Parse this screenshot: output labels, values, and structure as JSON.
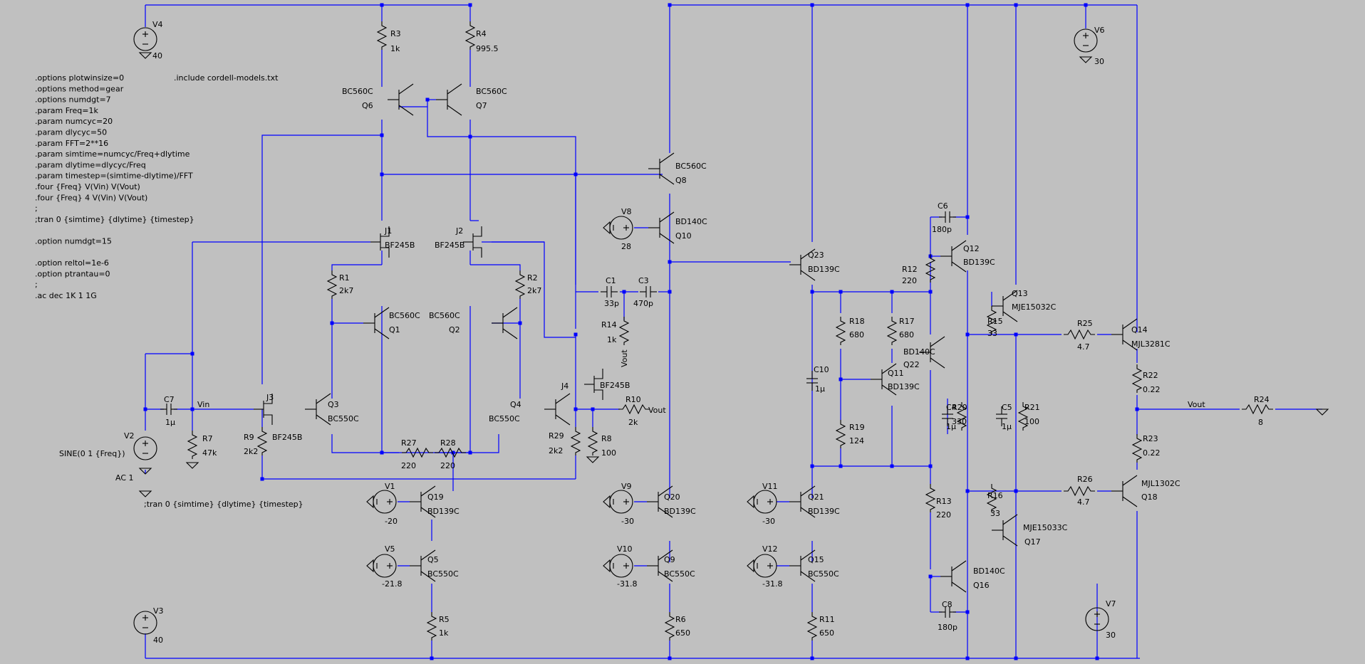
{
  "directives": [
    ".options plotwinsize=0",
    ".options method=gear",
    ".options numdgt=7",
    ".param Freq=1k",
    ".param numcyc=20",
    ".param dlycyc=50",
    ".param FFT=2**16",
    ".param simtime=numcyc/Freq+dlytime",
    ".param dlytime=dlycyc/Freq",
    ".param timestep=(simtime-dlytime)/FFT",
    ".four {Freq} V(Vin) V(Vout)",
    ".four {Freq} 4 V(Vin) V(Vout)",
    ";",
    ";tran 0 {simtime} {dlytime} {timestep}",
    "",
    ".option numdgt=15",
    "",
    ".option reltol=1e-6",
    ".option ptrantau=0",
    ";",
    ".ac dec 1K 1 1G"
  ],
  "include_directive": ".include cordell-models.txt",
  "tran_comment": ";tran 0 {simtime} {dlytime} {timestep}",
  "sources": {
    "V1": {
      "name": "V1",
      "value": "-20"
    },
    "V2": {
      "name": "V2",
      "value": "SINE(0 1 {Freq})",
      "ac": "AC 1"
    },
    "V3": {
      "name": "V3",
      "value": "40"
    },
    "V4": {
      "name": "V4",
      "value": "40"
    },
    "V5": {
      "name": "V5",
      "value": "-21.8"
    },
    "V6": {
      "name": "V6",
      "value": "30"
    },
    "V7": {
      "name": "V7",
      "value": "30"
    },
    "V8": {
      "name": "V8",
      "value": "28"
    },
    "V9": {
      "name": "V9",
      "value": "-30"
    },
    "V10": {
      "name": "V10",
      "value": "-31.8"
    },
    "V11": {
      "name": "V11",
      "value": "-30"
    },
    "V12": {
      "name": "V12",
      "value": "-31.8"
    }
  },
  "resistors": {
    "R1": {
      "name": "R1",
      "value": "2k7"
    },
    "R2": {
      "name": "R2",
      "value": "2k7"
    },
    "R3": {
      "name": "R3",
      "value": "1k"
    },
    "R4": {
      "name": "R4",
      "value": "995.5"
    },
    "R5": {
      "name": "R5",
      "value": "1k"
    },
    "R6": {
      "name": "R6",
      "value": "650"
    },
    "R7": {
      "name": "R7",
      "value": "47k"
    },
    "R8": {
      "name": "R8",
      "value": "100"
    },
    "R9": {
      "name": "R9",
      "value": "2k2"
    },
    "R10": {
      "name": "R10",
      "value": "2k"
    },
    "R11": {
      "name": "R11",
      "value": "650"
    },
    "R12": {
      "name": "R12",
      "value": "220"
    },
    "R13": {
      "name": "R13",
      "value": "220"
    },
    "R14": {
      "name": "R14",
      "value": "1k"
    },
    "R15": {
      "name": "R15",
      "value": "33"
    },
    "R16": {
      "name": "R16",
      "value": "33"
    },
    "R17": {
      "name": "R17",
      "value": "680"
    },
    "R18": {
      "name": "R18",
      "value": "680"
    },
    "R19": {
      "name": "R19",
      "value": "124"
    },
    "R20": {
      "name": "R20",
      "value": "330"
    },
    "R21": {
      "name": "R21",
      "value": "100"
    },
    "R22": {
      "name": "R22",
      "value": "0.22"
    },
    "R23": {
      "name": "R23",
      "value": "0.22"
    },
    "R24": {
      "name": "R24",
      "value": "8"
    },
    "R25": {
      "name": "R25",
      "value": "4.7"
    },
    "R26": {
      "name": "R26",
      "value": "4.7"
    },
    "R27": {
      "name": "R27",
      "value": "220"
    },
    "R28": {
      "name": "R28",
      "value": "220"
    },
    "R29": {
      "name": "R29",
      "value": "2k2"
    }
  },
  "capacitors": {
    "C1": {
      "name": "C1",
      "value": "33p"
    },
    "C3": {
      "name": "C3",
      "value": "470p"
    },
    "C4": {
      "name": "C4",
      "value": "1µ"
    },
    "C5": {
      "name": "C5",
      "value": "1µ"
    },
    "C6": {
      "name": "C6",
      "value": "180p"
    },
    "C7": {
      "name": "C7",
      "value": "1µ"
    },
    "C8": {
      "name": "C8",
      "value": "180p"
    },
    "C10": {
      "name": "C10",
      "value": "1µ"
    }
  },
  "transistors": {
    "Q1": {
      "name": "Q1",
      "model": "BC560C"
    },
    "Q2": {
      "name": "Q2",
      "model": "BC560C"
    },
    "Q3": {
      "name": "Q3",
      "model": "BC550C"
    },
    "Q4": {
      "name": "Q4",
      "model": "BC550C"
    },
    "Q5": {
      "name": "Q5",
      "model": "BC550C"
    },
    "Q6": {
      "name": "Q6",
      "model": "BC560C"
    },
    "Q7": {
      "name": "Q7",
      "model": "BC560C"
    },
    "Q8": {
      "name": "Q8",
      "model": "BC560C"
    },
    "Q9": {
      "name": "Q9",
      "model": "BC550C"
    },
    "Q10": {
      "name": "Q10",
      "model": "BD140C"
    },
    "Q11": {
      "name": "Q11",
      "model": "BD139C"
    },
    "Q12": {
      "name": "Q12",
      "model": "BD139C"
    },
    "Q13": {
      "name": "Q13",
      "model": "MJE15032C"
    },
    "Q14": {
      "name": "Q14",
      "model": "MJL3281C"
    },
    "Q15": {
      "name": "Q15",
      "model": "BC550C"
    },
    "Q16": {
      "name": "Q16",
      "model": "BD140C"
    },
    "Q17": {
      "name": "Q17",
      "model": "MJE15033C"
    },
    "Q18": {
      "name": "Q18",
      "model": "MJL1302C"
    },
    "Q19": {
      "name": "Q19",
      "model": "BD139C"
    },
    "Q20": {
      "name": "Q20",
      "model": "BD139C"
    },
    "Q21": {
      "name": "Q21",
      "model": "BD139C"
    },
    "Q22": {
      "name": "Q22",
      "model": "BD140C"
    },
    "Q23": {
      "name": "Q23",
      "model": "BD139C"
    }
  },
  "jfets": {
    "J1": {
      "name": "J1",
      "model": "BF245B"
    },
    "J2": {
      "name": "J2",
      "model": "BF245B"
    },
    "J3": {
      "name": "J3",
      "model": "BF245B"
    },
    "J4": {
      "name": "J4",
      "model": "BF245B"
    }
  },
  "net_labels": {
    "vin": "Vin",
    "vout_r10": "Vout",
    "vout_r14": "Vout",
    "vout_main": "Vout"
  },
  "colors": {
    "background": "#c0c0c0",
    "wire": "#0000ff",
    "component": "#000000",
    "text": "#000000"
  }
}
